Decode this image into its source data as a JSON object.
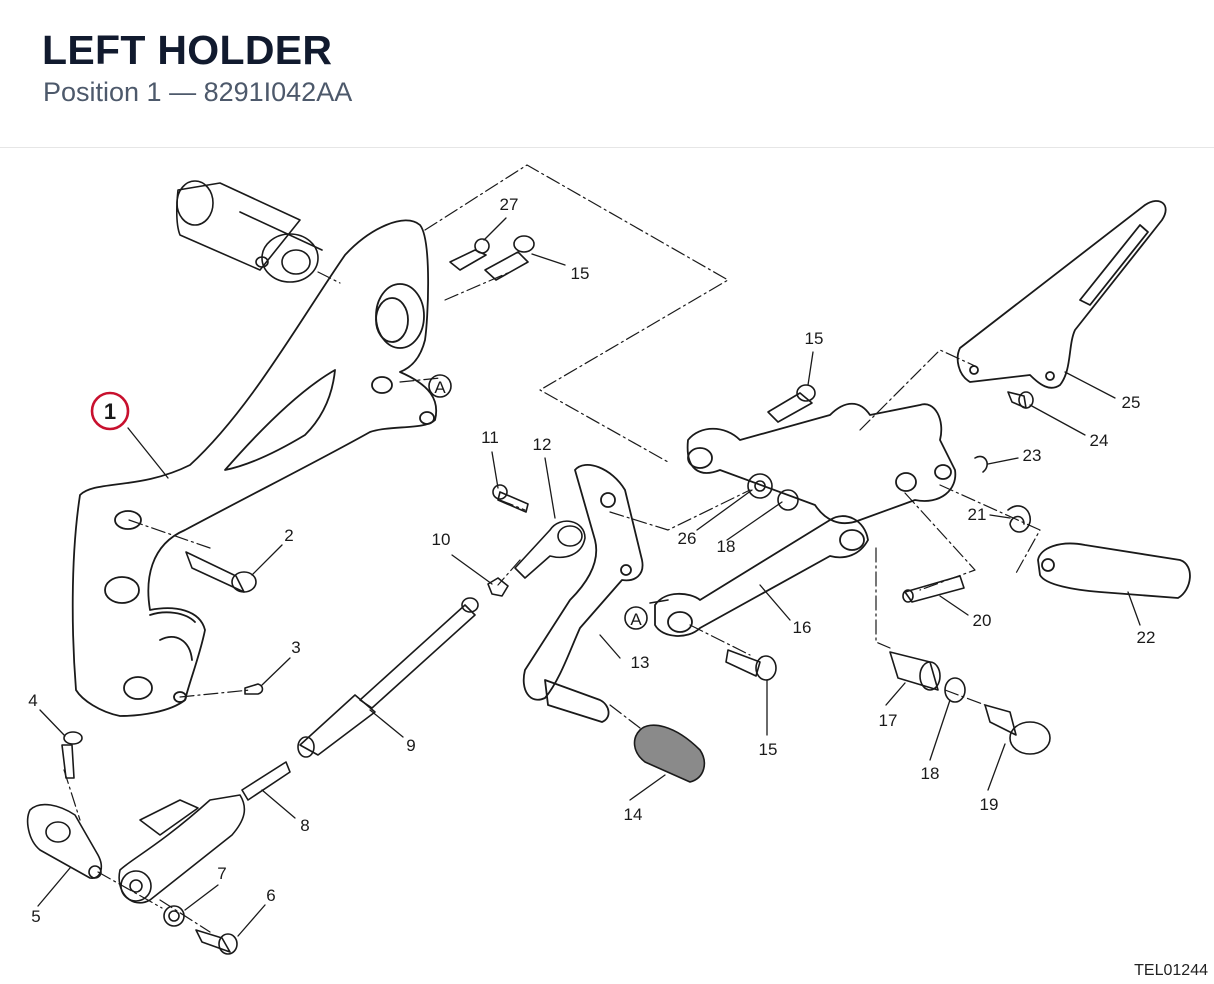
{
  "header": {
    "title": "LEFT HOLDER",
    "subtitle": "Position 1 — 8291I042AA"
  },
  "diagram": {
    "highlight_color": "#c8102e",
    "callouts": [
      {
        "id": "c1",
        "label": "1",
        "highlighted": true
      },
      {
        "id": "c2",
        "label": "2"
      },
      {
        "id": "c3",
        "label": "3"
      },
      {
        "id": "c4",
        "label": "4"
      },
      {
        "id": "c5",
        "label": "5"
      },
      {
        "id": "c6",
        "label": "6"
      },
      {
        "id": "c7",
        "label": "7"
      },
      {
        "id": "c8",
        "label": "8"
      },
      {
        "id": "c9",
        "label": "9"
      },
      {
        "id": "c10",
        "label": "10"
      },
      {
        "id": "c11",
        "label": "11"
      },
      {
        "id": "c12",
        "label": "12"
      },
      {
        "id": "c13",
        "label": "13"
      },
      {
        "id": "c14",
        "label": "14"
      },
      {
        "id": "c15a",
        "label": "15"
      },
      {
        "id": "c15b",
        "label": "15"
      },
      {
        "id": "c15c",
        "label": "15"
      },
      {
        "id": "c16",
        "label": "16"
      },
      {
        "id": "c17",
        "label": "17"
      },
      {
        "id": "c18a",
        "label": "18"
      },
      {
        "id": "c18b",
        "label": "18"
      },
      {
        "id": "c19",
        "label": "19"
      },
      {
        "id": "c20",
        "label": "20"
      },
      {
        "id": "c21",
        "label": "21"
      },
      {
        "id": "c22",
        "label": "22"
      },
      {
        "id": "c23",
        "label": "23"
      },
      {
        "id": "c24",
        "label": "24"
      },
      {
        "id": "c25",
        "label": "25"
      },
      {
        "id": "c26",
        "label": "26"
      },
      {
        "id": "c27",
        "label": "27"
      }
    ],
    "markers": [
      {
        "id": "mA1",
        "label": "A"
      },
      {
        "id": "mA2",
        "label": "A"
      }
    ],
    "reference_code": "TEL01244"
  }
}
